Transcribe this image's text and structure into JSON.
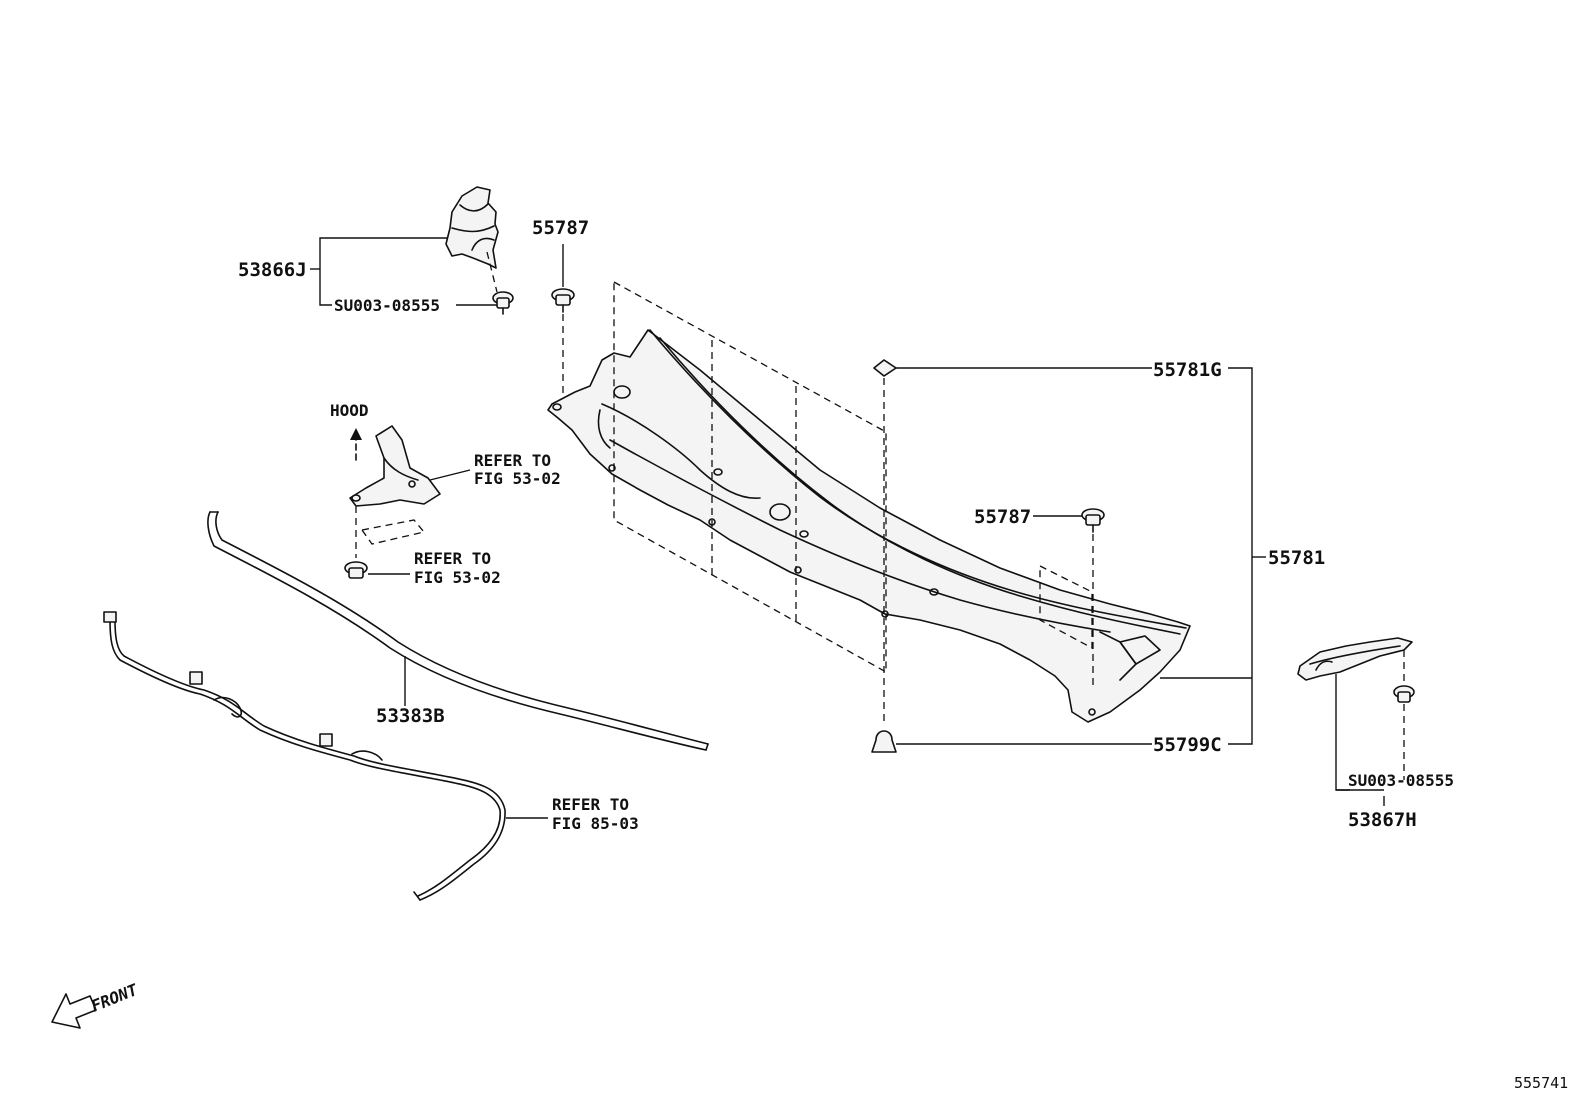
{
  "labels": {
    "p53866j": "53866J",
    "su_left": "SU003-08555",
    "p55787_top": "55787",
    "hood": "HOOD",
    "refer_a_l1": "REFER TO",
    "refer_a_l2": "FIG 53-02",
    "refer_b_l1": "REFER TO",
    "refer_b_l2": "FIG 53-02",
    "p53383b": "53383B",
    "refer_c_l1": "REFER TO",
    "refer_c_l2": "FIG 85-03",
    "p55781g": "55781G",
    "p55787_mid": "55787",
    "p55781": "55781",
    "p55799c": "55799C",
    "su_right": "SU003-08555",
    "p53867h": "53867H",
    "front": "FRONT",
    "diagram_id": "555741"
  }
}
